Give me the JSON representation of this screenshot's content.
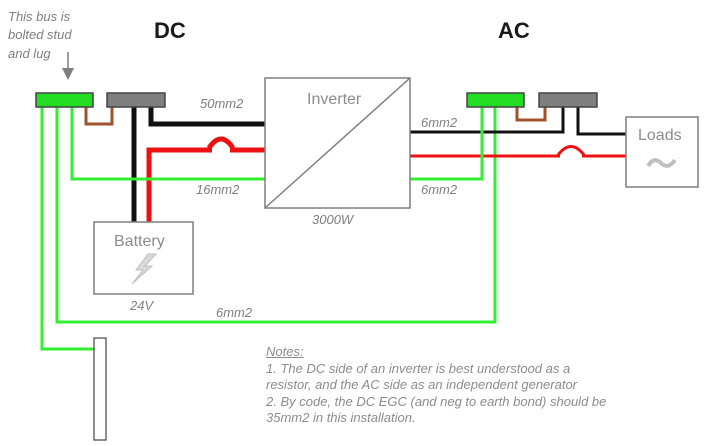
{
  "labels": {
    "bus_note": [
      "This bus is",
      "bolted stud",
      "and lug"
    ],
    "dc_title": "DC",
    "ac_title": "AC",
    "inverter": "Inverter",
    "inverter_rating": "3000W",
    "battery": "Battery",
    "battery_voltage": "24V",
    "loads": "Loads",
    "wire_50mm2": "50mm2",
    "wire_16mm2": "16mm2",
    "wire_6mm2_ac_top": "6mm2",
    "wire_6mm2_ac_bottom": "6mm2",
    "wire_6mm2_ground": "6mm2"
  },
  "notes": {
    "title": "Notes:",
    "lines": [
      "1. The DC side of an inverter is best understood as a",
      "resistor, and the AC side as an independent generator",
      "2. By code, the DC EGC (and neg to earth bond) should be",
      "35mm2 in this installation."
    ]
  },
  "colors": {
    "ground_wire": "#33ee33",
    "positive_wire": "#ee1111",
    "negative_wire": "#111111",
    "bond_wire": "#a0522d",
    "neutral_bus": "#7f7f7f",
    "ground_bus": "#22dd22",
    "box_border": "#7f7f7f"
  },
  "icons": {
    "battery": "lightning-bolt-icon",
    "loads": "tilde-ac-icon",
    "breaker": "breaker-arc-icon"
  }
}
